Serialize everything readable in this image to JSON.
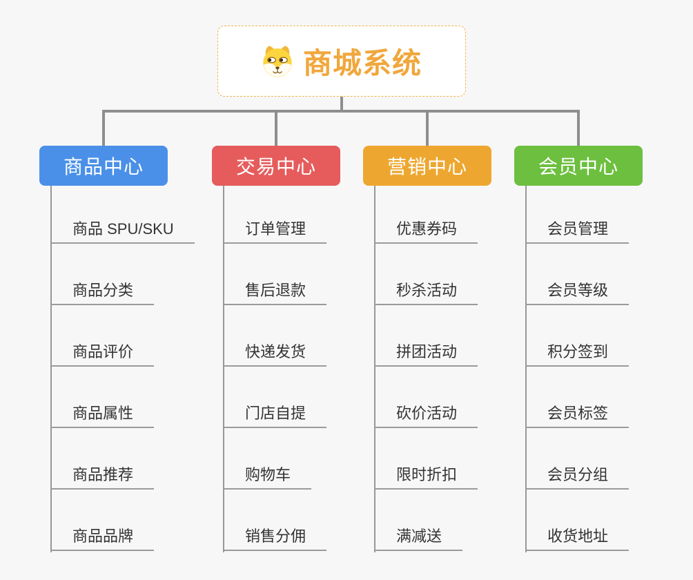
{
  "canvas": {
    "background": "#f7f7f7",
    "connector_color": "#8e8e8e"
  },
  "root": {
    "label": "商城系统",
    "icon": "dog-face-icon",
    "text_color": "#f0a73c",
    "border_color": "#f3b14e"
  },
  "branches": [
    {
      "id": "product-center",
      "label": "商品中心",
      "color": "#4a90e8",
      "items": [
        "商品 SPU/SKU",
        "商品分类",
        "商品评价",
        "商品属性",
        "商品推荐",
        "商品品牌"
      ]
    },
    {
      "id": "trade-center",
      "label": "交易中心",
      "color": "#e65c5c",
      "items": [
        "订单管理",
        "售后退款",
        "快递发货",
        "门店自提",
        "购物车",
        "销售分佣"
      ]
    },
    {
      "id": "marketing-center",
      "label": "营销中心",
      "color": "#eda730",
      "items": [
        "优惠券码",
        "秒杀活动",
        "拼团活动",
        "砍价活动",
        "限时折扣",
        "满减送"
      ]
    },
    {
      "id": "member-center",
      "label": "会员中心",
      "color": "#6dbf40",
      "items": [
        "会员管理",
        "会员等级",
        "积分签到",
        "会员标签",
        "会员分组",
        "收货地址"
      ]
    }
  ]
}
